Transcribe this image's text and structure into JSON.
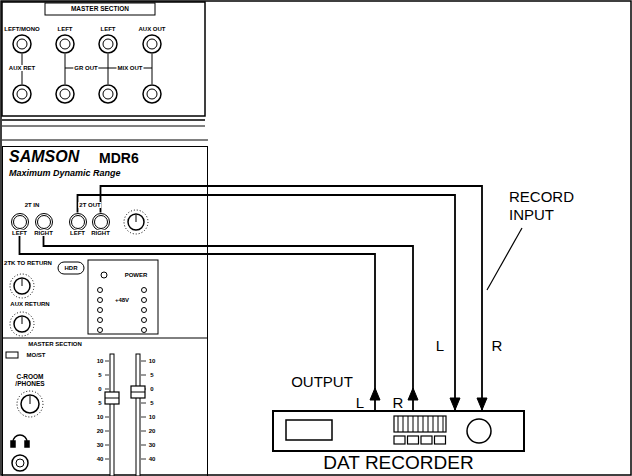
{
  "diagram": {
    "nodes": [
      {
        "text": [
          "SAMSON",
          "MDR6",
          "Maximum Dynamic Range"
        ]
      },
      {
        "text": [
          "LEFT"
        ],
        "in": 0
      },
      {
        "text": [
          "RIGHT"
        ],
        "in": 0
      },
      {
        "text": [
          "LEFT"
        ],
        "in": 0
      },
      {
        "text": [
          "RIGHT"
        ],
        "in": 0
      },
      {
        "text": [
          "DAT RECORDER"
        ]
      }
    ],
    "edges": [
      {
        "from": 5,
        "to": 1,
        "arrow": "to",
        "label": "L"
      },
      {
        "from": 5,
        "to": 2,
        "arrow": "to",
        "label": "R"
      },
      {
        "from": 3,
        "to": 5,
        "arrow": "to",
        "label": "L"
      },
      {
        "from": 4,
        "to": 5,
        "arrow": "to",
        "label": "R"
      }
    ],
    "labels": [
      "MASTER SECTION",
      "LEFT/MONO",
      "LEFT",
      "LEFT",
      "AUX OUT",
      "AUX RET",
      "GR OUT",
      "MIX OUT",
      "2T IN",
      "2T OUT",
      "2TK TO RETURN",
      "HDR",
      "POWER",
      "+48V",
      "AUX RETURN",
      "MASTER SECTION",
      "MO/ST",
      "C-ROOM /PHONES",
      "10",
      "5",
      "0",
      "5",
      "10",
      "20",
      "30",
      "40",
      "10",
      "5",
      "0",
      "5",
      "10",
      "20",
      "30",
      "40",
      "OUTPUT",
      "RECORD INPUT"
    ]
  }
}
